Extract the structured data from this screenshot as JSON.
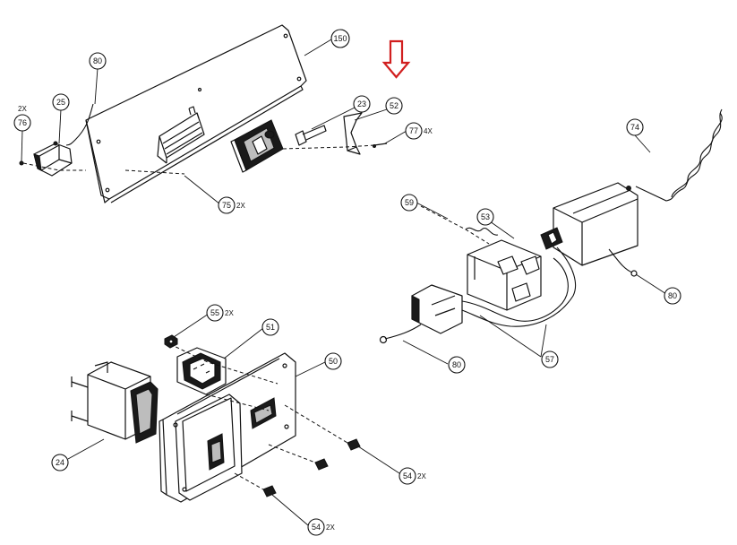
{
  "balloons": {
    "b150": "150",
    "b80a": "80",
    "b25": "25",
    "b76": "76",
    "q76": "2X",
    "b23": "23",
    "b52": "52",
    "b77": "77",
    "q77": "4X",
    "b75": "75",
    "q75": "2X",
    "b74": "74",
    "b59": "59",
    "b53": "53",
    "b80b": "80",
    "b80c": "80",
    "b57": "57",
    "b55": "55",
    "q55": "2X",
    "b51": "51",
    "b50": "50",
    "b24": "24",
    "b54a": "54",
    "q54a": "2X",
    "b54b": "54",
    "q54b": "2X"
  },
  "colors": {
    "indicator_arrow": "#d11f1f",
    "line": "#111111",
    "background": "#ffffff"
  }
}
